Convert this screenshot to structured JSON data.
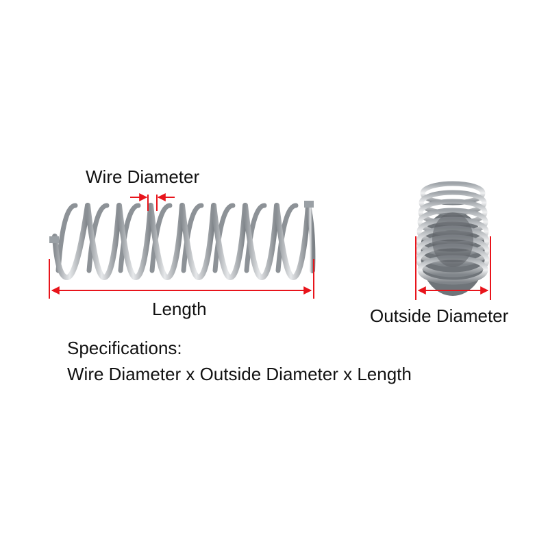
{
  "labels": {
    "wire_diameter": "Wire Diameter",
    "length": "Length",
    "outside_diameter": "Outside Diameter"
  },
  "specifications": {
    "title": "Specifications:",
    "formula": "Wire Diameter x Outside Diameter x Length"
  },
  "colors": {
    "dimension_line": "#e8141b",
    "spring_steel": "#b8bcc0",
    "text": "#111111",
    "background": "#ffffff"
  },
  "icons": {
    "long_spring": "compression-spring-side-view",
    "short_spring": "compression-spring-angled-view"
  }
}
